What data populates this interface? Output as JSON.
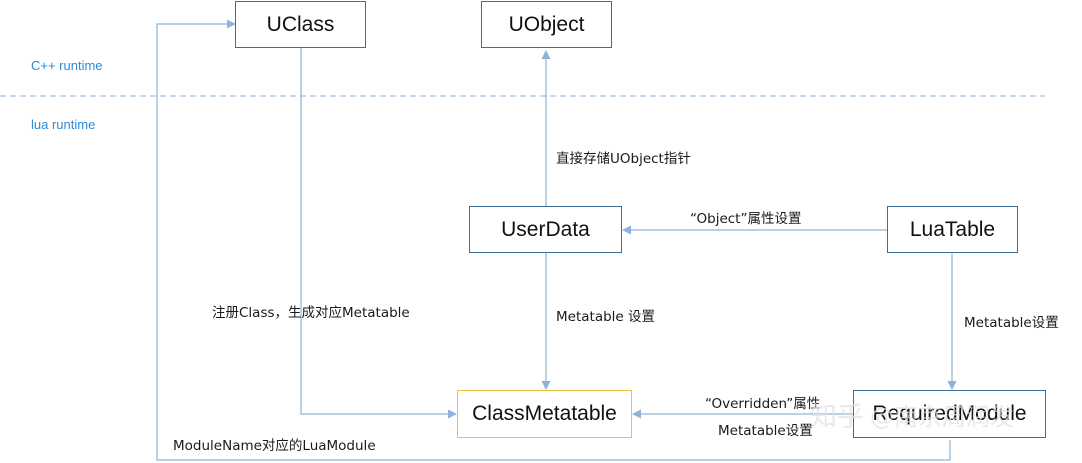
{
  "regions": {
    "cpp_runtime": "C++ runtime",
    "lua_runtime": "lua runtime"
  },
  "nodes": {
    "uclass": "UClass",
    "uobject": "UObject",
    "userdata": "UserData",
    "luatable": "LuaTable",
    "classmetatable": "ClassMetatable",
    "requiredmodule": "RequiredModule"
  },
  "edges": {
    "userdata_to_uobject": "直接存储UObject指针",
    "luatable_to_userdata": "“Object”属性设置",
    "uclass_to_classmetatable": "注册Class，生成对应Metatable",
    "userdata_to_classmetatable": "Metatable 设置",
    "luatable_to_requiredmodule": "Metatable设置",
    "requiredmodule_to_classmetatable_line1": "“Overridden”属性",
    "requiredmodule_to_classmetatable_line2": "Metatable设置",
    "requiredmodule_to_uclass": "ModuleName对应的LuaModule"
  },
  "watermark": {
    "brand": "知乎",
    "handle": "@南京周润发"
  },
  "colors": {
    "box_border": "#3d6e98",
    "highlight_border": "#ebc43a",
    "connector": "#8db3d9",
    "divider": "#8db3d9",
    "region_label": "#2e8ad8"
  }
}
